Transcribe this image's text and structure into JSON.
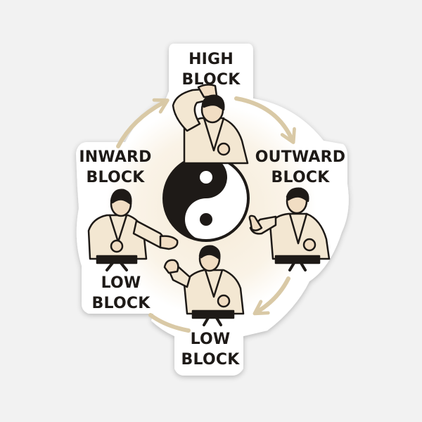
{
  "labels": {
    "high": {
      "line1": "HIGH",
      "line2": "BLOCK"
    },
    "outward": {
      "line1": "OUTWARD",
      "line2": "BLOCK"
    },
    "inward": {
      "line1": "INWARD",
      "line2": "BLOCK"
    },
    "low_left": {
      "line1": "LOW",
      "line2": "BLOCK"
    },
    "low_bottom": {
      "line1": "LOW",
      "line2": "BLOCK"
    }
  },
  "colors": {
    "background": "#f2f2f2",
    "sticker": "#ffffff",
    "glow": "#f6ecda",
    "ink": "#1e1a17",
    "gi": "#f3e7d2",
    "skin": "#f1ddc3",
    "belt": "#1e1a17",
    "arrow": "#d9c9a6"
  },
  "icons": [
    "yin-yang-icon",
    "cycle-arrow-icon"
  ]
}
